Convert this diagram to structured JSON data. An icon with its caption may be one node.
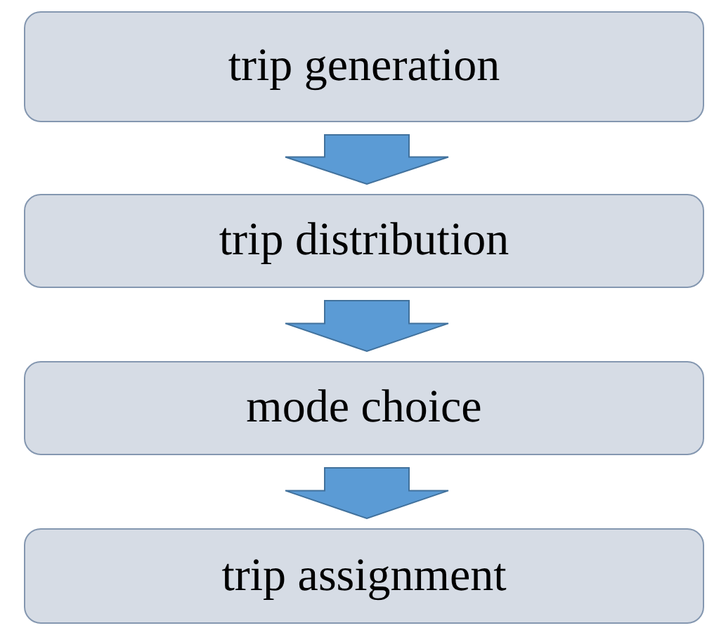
{
  "diagram": {
    "nodes": [
      {
        "text": [
          "trip generation"
        ]
      },
      {
        "text": [
          "trip distribution"
        ]
      },
      {
        "text": [
          "mode choice"
        ]
      },
      {
        "text": [
          "trip assignment"
        ]
      }
    ],
    "edges": [
      {
        "from": 0,
        "to": 1,
        "arrow": "to"
      },
      {
        "from": 1,
        "to": 2,
        "arrow": "to"
      },
      {
        "from": 2,
        "to": 3,
        "arrow": "to"
      }
    ]
  }
}
